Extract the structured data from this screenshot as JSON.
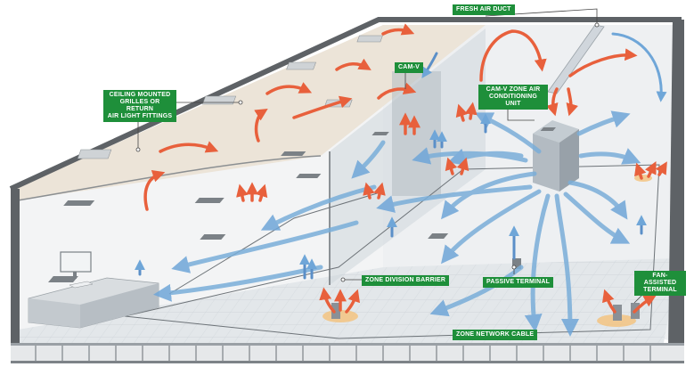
{
  "labels": {
    "fresh_air_duct": "FRESH AIR DUCT",
    "cam_v": "CAM-V",
    "ceiling_grilles_line1": "CEILING MOUNTED",
    "ceiling_grilles_line2": "GRILLES OR RETURN",
    "ceiling_grilles_line3": "AIR LIGHT FITTINGS",
    "zone_ac_line1": "CAM-V  ZONE AIR",
    "zone_ac_line2": "CONDITIONING UNIT",
    "zone_division_barrier": "ZONE DIVISION BARRIER",
    "passive_terminal": "PASSIVE TERMINAL",
    "fan_assisted_line1": "FAN-ASSISTED",
    "fan_assisted_line2": "TERMINAL",
    "zone_network_cable": "ZONE NETWORK CABLE"
  },
  "colors": {
    "callout_green": "#1e8f3a",
    "warm_arrow": "#e8603c",
    "cool_arrow": "#5b9bd5",
    "floor": "#dfe3e6",
    "ceiling": "#ece4d8",
    "wall_dark": "#5e6266",
    "duct": "#d0d6dc"
  }
}
